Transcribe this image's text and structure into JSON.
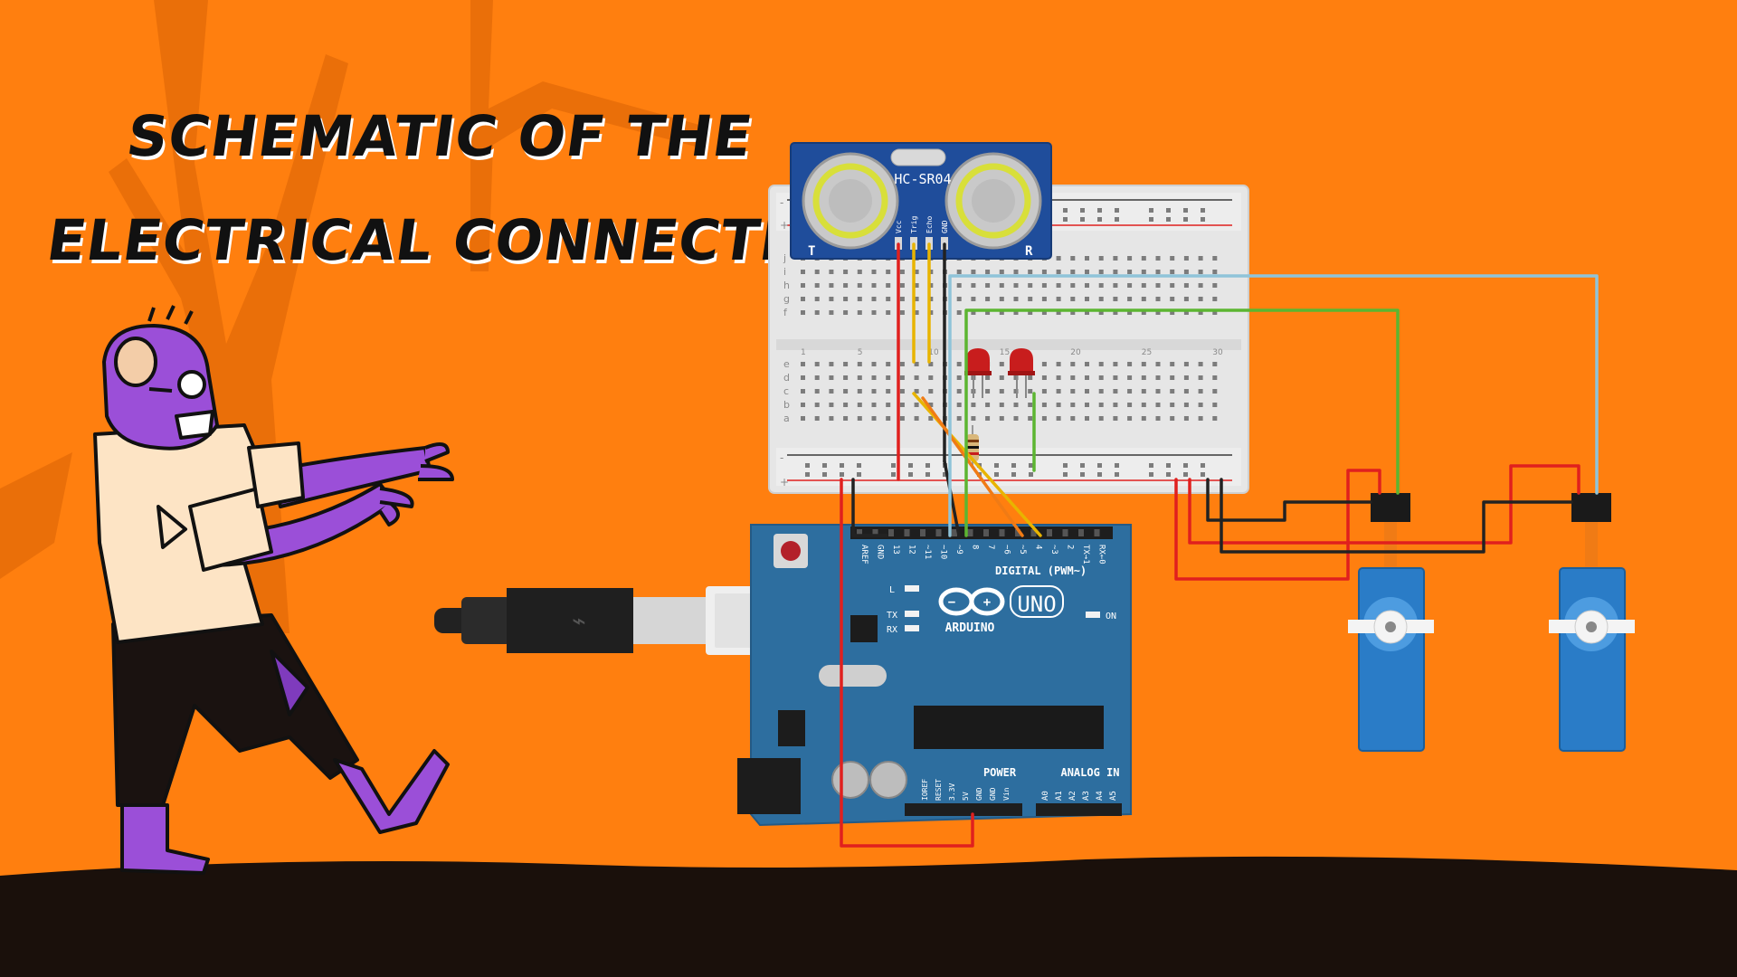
{
  "title": {
    "line1": "SCHEMATIC OF THE",
    "line2": "ELECTRICAL CONNECTIONS"
  },
  "sensor": {
    "model": "HC-SR04",
    "left_label": "T",
    "right_label": "R",
    "pins": [
      "Vcc",
      "Trig",
      "Echo",
      "GND"
    ]
  },
  "breadboard": {
    "row_letters_top": [
      "j",
      "i",
      "h",
      "g",
      "f"
    ],
    "row_letters_bottom": [
      "e",
      "d",
      "c",
      "b",
      "a"
    ],
    "rail_plus": "+",
    "rail_minus": "-",
    "column_numbers": [
      "1",
      "5",
      "10",
      "15",
      "20",
      "25",
      "30"
    ]
  },
  "arduino": {
    "brand": "ARDUINO",
    "model": "UNO",
    "digital_header": "DIGITAL (PWM~)",
    "power_header": "POWER",
    "analog_header": "ANALOG IN",
    "on_label": "ON",
    "led_labels": [
      "L",
      "TX",
      "RX"
    ],
    "digital_pins": [
      "AREF",
      "GND",
      "13",
      "12",
      "~11",
      "~10",
      "~9",
      "8",
      "7",
      "~6",
      "~5",
      "4",
      "~3",
      "2",
      "TX→1",
      "RX←0"
    ],
    "power_pins": [
      "IOREF",
      "RESET",
      "3.3V",
      "5V",
      "GND",
      "GND",
      "Vin"
    ],
    "analog_pins": [
      "A0",
      "A1",
      "A2",
      "A3",
      "A4",
      "A5"
    ]
  },
  "colors": {
    "background": "#ff7f0f",
    "ground": "#1a100b",
    "pcb": "#2d6e9f",
    "zombie_skin": "#9b4fd8",
    "wire_red": "#e0201e",
    "wire_black": "#222222",
    "wire_green": "#5cb531",
    "wire_blue": "#8fc4d9",
    "wire_yellow": "#e8b400",
    "wire_orange": "#f07b15"
  }
}
